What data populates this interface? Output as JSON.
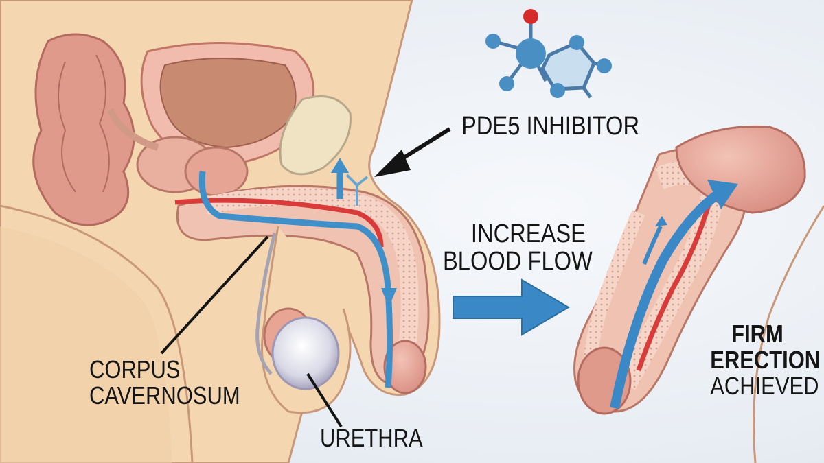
{
  "labels": {
    "pde5": "PDE5 INHIBITOR",
    "increase_line1": "INCREASE",
    "increase_line2": "BLOOD FLOW",
    "corpus_line1": "CORPUS",
    "corpus_line2": "CAVERNOSUM",
    "urethra": "URETHRA",
    "firm_line1": "FIRM",
    "firm_line2": "ERECTION",
    "firm_line3": "ACHIEVED"
  },
  "colors": {
    "skin": "#f4d7b0",
    "tissue": "#e9a79a",
    "vein": "#3f8fc8",
    "artery": "#d93a3a",
    "molecule_blue": "#4a8fc4",
    "molecule_red": "#d62b2b",
    "arrow_blue": "#3a88c6",
    "pointer": "#141414"
  },
  "icons": {
    "molecule": "molecule-icon"
  }
}
